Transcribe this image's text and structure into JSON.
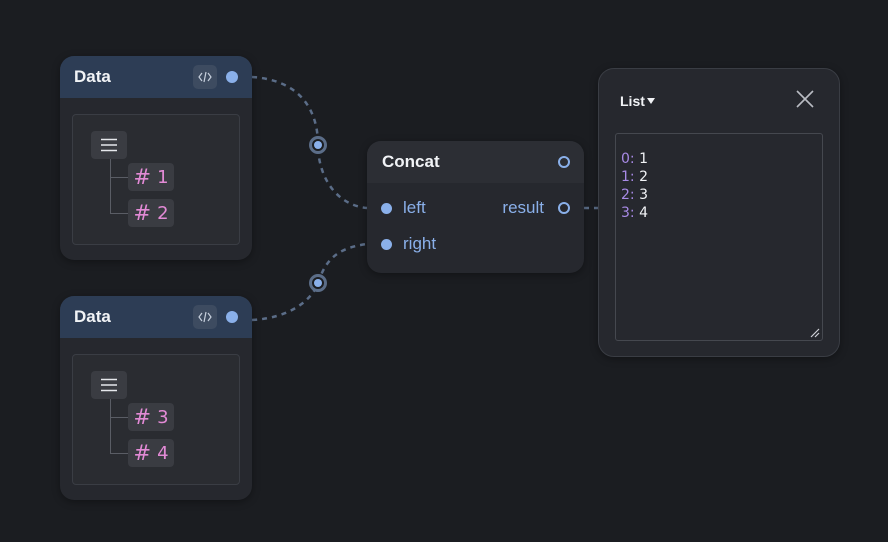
{
  "data_nodes": [
    {
      "title": "Data",
      "items": [
        "1",
        "2"
      ]
    },
    {
      "title": "Data",
      "items": [
        "3",
        "4"
      ]
    }
  ],
  "concat_node": {
    "title": "Concat",
    "input_left": "left",
    "input_right": "right",
    "output": "result"
  },
  "view_node": {
    "mode": "List",
    "lines": [
      {
        "index": "0:",
        "value": "1"
      },
      {
        "index": "1:",
        "value": "2"
      },
      {
        "index": "2:",
        "value": "3"
      },
      {
        "index": "3:",
        "value": "4"
      }
    ]
  },
  "icons": {
    "code": "code-icon",
    "list": "list-icon",
    "hash": "hash-icon",
    "close": "close-icon",
    "caret": "caret-down-icon"
  },
  "colors": {
    "background": "#1b1d21",
    "node": "#26282e",
    "data_header": "#2d3d55",
    "port": "#8ab0ea",
    "number": "#e38ad6",
    "index": "#a88ae6",
    "wire": "#5b6d88"
  }
}
